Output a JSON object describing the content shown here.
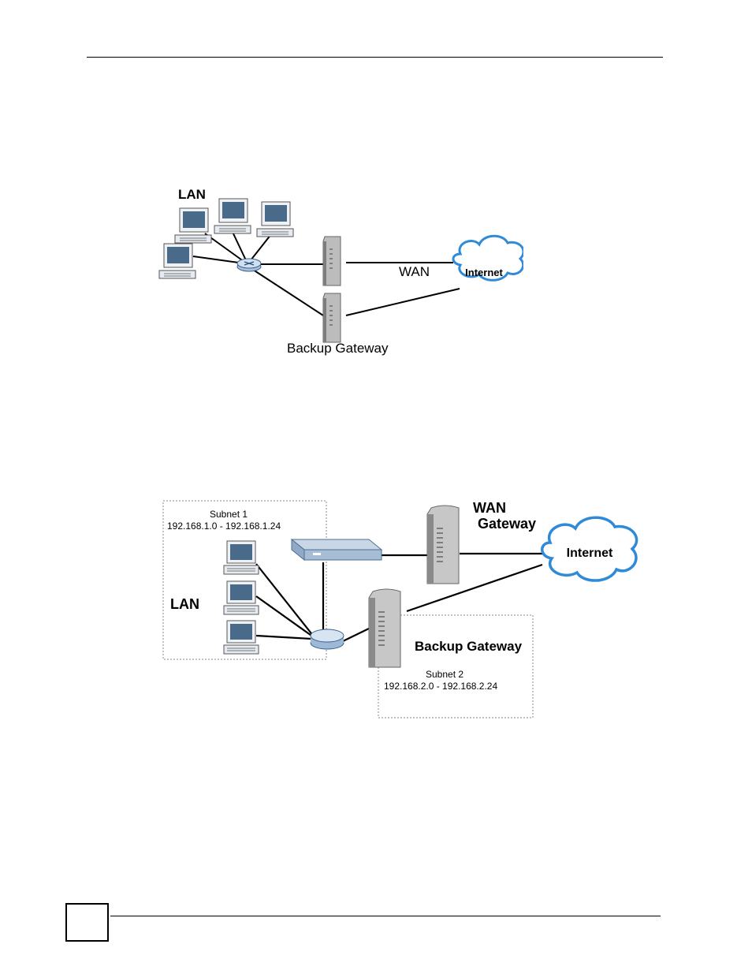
{
  "figure1": {
    "lan_label": "LAN",
    "wan_label": "WAN",
    "internet_label": "Internet",
    "backup_label": "Backup Gateway"
  },
  "figure2": {
    "subnet1_label": "Subnet 1",
    "subnet1_range": "192.168.1.0 - 192.168.1.24",
    "lan_label": "LAN",
    "wan_label": "WAN",
    "gateway_label": "Gateway",
    "internet_label": "Internet",
    "backup_label": "Backup Gateway",
    "subnet2_label": "Subnet 2",
    "subnet2_range": "192.168.2.0 - 192.168.2.24"
  },
  "footer": {
    "page_number": ""
  }
}
